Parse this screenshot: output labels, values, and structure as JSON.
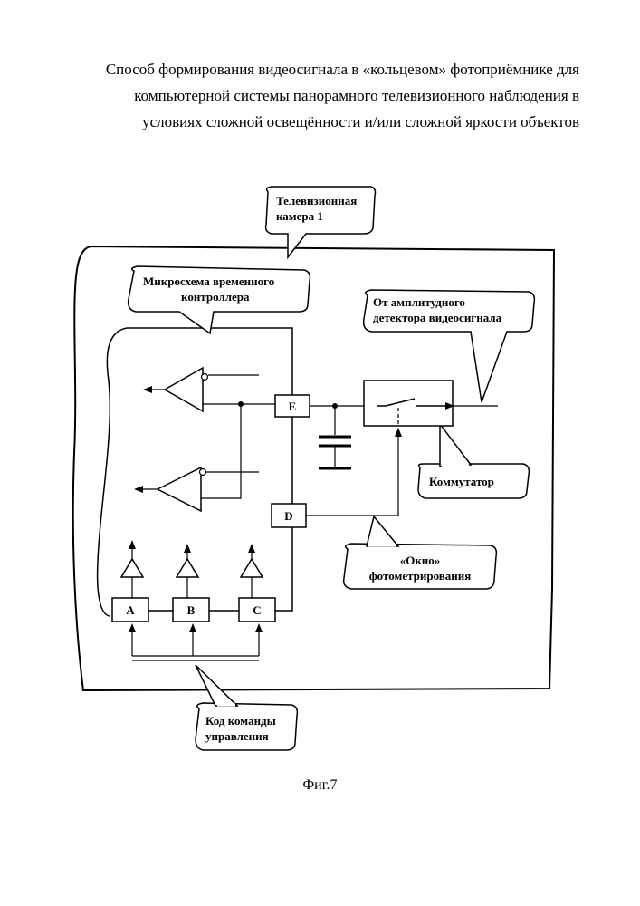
{
  "title": {
    "line1": "Способ формирования видеосигнала в «кольцевом» фотоприёмнике для",
    "line2": "компьютерной  системы панорамного телевизионного наблюдения в",
    "line3": "условиях сложной освещённости и/или сложной яркости объектов"
  },
  "callouts": {
    "camera": [
      "Телевизионная",
      "камера 1"
    ],
    "controller": [
      "Микросхема временного",
      "контроллера"
    ],
    "detector": [
      "От амплитудного",
      "детектора видеосигнала"
    ],
    "switch": [
      "Коммутатор"
    ],
    "window": [
      "«Окно»",
      "фотометрирования"
    ],
    "command": [
      "Код команды",
      "управления"
    ]
  },
  "blocks": {
    "e": "E",
    "d": "D",
    "a": "A",
    "b": "B",
    "c": "C"
  },
  "caption": "Фиг.7"
}
